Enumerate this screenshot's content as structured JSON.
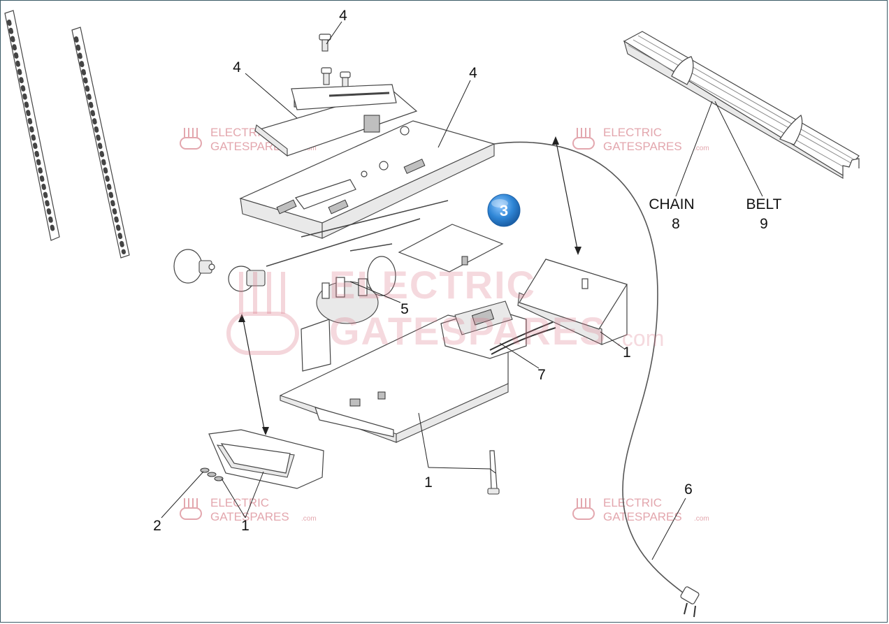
{
  "callouts": {
    "c4_top": "4",
    "c4_left": "4",
    "c4_right": "4",
    "c5": "5",
    "c1_right": "1",
    "c7": "7",
    "c1_bottom": "1",
    "c2": "2",
    "c1_left": "1",
    "c6": "6",
    "chain_label": "CHAIN",
    "chain_num": "8",
    "belt_label": "BELT",
    "belt_num": "9"
  },
  "badge": {
    "number": "3",
    "color": "#2f86d6"
  },
  "watermark": {
    "line1": "ELECTRIC",
    "line2": "GATESPARES",
    "suffix": ".com",
    "color": "#e3a7ae"
  },
  "colors": {
    "frame": "#3a5a66",
    "linework": "#444444"
  }
}
